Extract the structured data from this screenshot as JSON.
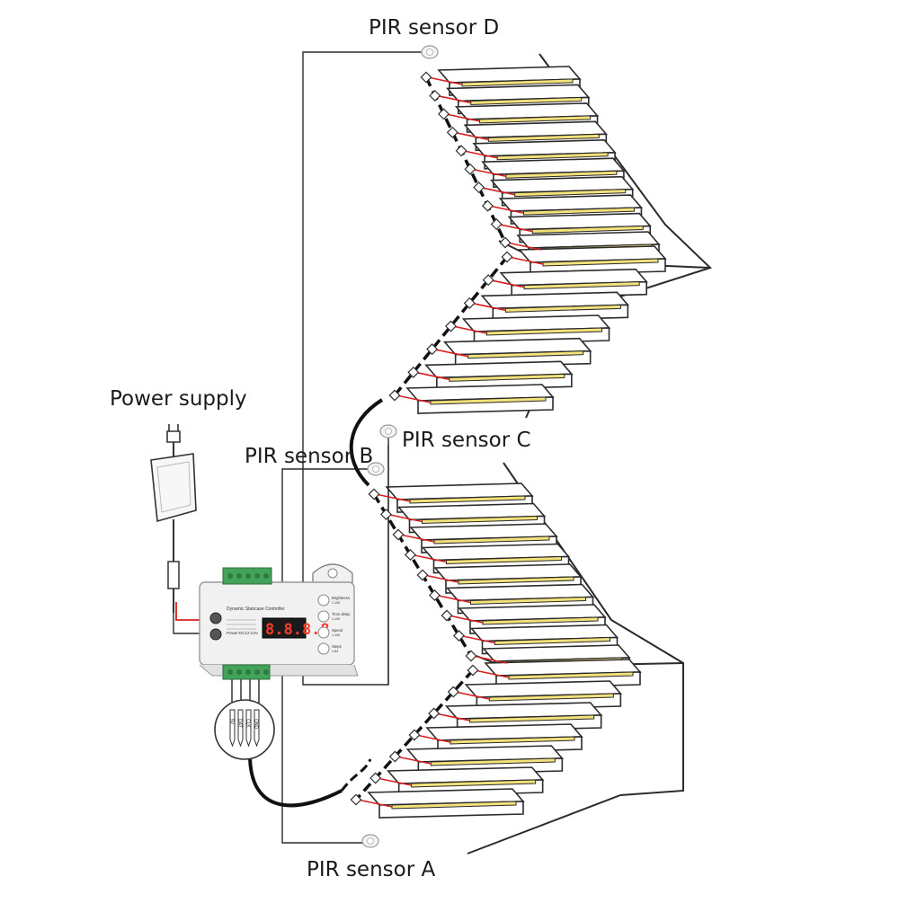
{
  "labels": {
    "power_supply": "Power supply",
    "pir_a": "PIR sensor A",
    "pir_b": "PIR sensor B",
    "pir_c": "PIR sensor C",
    "pir_d": "PIR sensor D"
  },
  "controller": {
    "title": "Dynamic Staircase Controller",
    "display": "8.8.8.8",
    "power_rating": "Power:DC12-24V",
    "buttons": [
      {
        "label": "Brightness",
        "range": "1-100"
      },
      {
        "label": "Time delay",
        "range": "1-100"
      },
      {
        "label": "Speed",
        "range": "1-100"
      },
      {
        "label": "Steps",
        "range": "1-64"
      }
    ]
  },
  "cable_pins": [
    "5V",
    "DAT",
    "CLK",
    "GND"
  ],
  "colors": {
    "step_outline": "#2b2b2b",
    "led_strip": "#f3e27a",
    "red_wire": "#d62020",
    "controller_body": "#f1f1f1",
    "terminal_green": "#43a35a",
    "display_digits": "#ff3b2a"
  }
}
